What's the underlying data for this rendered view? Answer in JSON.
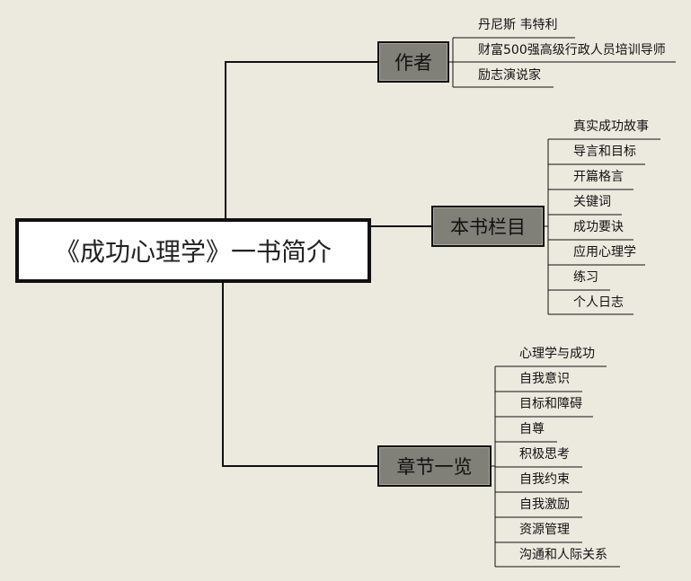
{
  "root": {
    "title": "《成功心理学》一书简介"
  },
  "branches": [
    {
      "label": "作者",
      "children": [
        "丹尼斯 韦特利",
        "财富500强高级行政人员培训导师",
        "励志演说家"
      ]
    },
    {
      "label": "本书栏目",
      "children": [
        "真实成功故事",
        "导言和目标",
        "开篇格言",
        "关键词",
        "成功要诀",
        "应用心理学",
        "练习",
        "个人日志"
      ]
    },
    {
      "label": "章节一览",
      "children": [
        "心理学与成功",
        "自我意识",
        "目标和障碍",
        "自尊",
        "积极思考",
        "自我约束",
        "自我激励",
        "资源管理",
        "沟通和人际关系"
      ]
    }
  ],
  "colors": {
    "background": "#ece9df",
    "branch_fill": "#808079",
    "line": "#111111",
    "root_fill": "#ffffff"
  }
}
